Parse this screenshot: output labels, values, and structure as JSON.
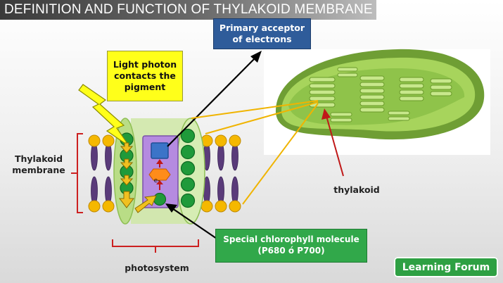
{
  "header": {
    "title": "DEFINITION AND FUNCTION OF THYLAKOID MEMBRANE"
  },
  "callouts": {
    "photon": "Light photon contacts the pigment",
    "acceptor": "Primary acceptor of electrons",
    "chlorophyll_line1": "Special chlorophyll molecule",
    "chlorophyll_line2": "(P680 ó P700)"
  },
  "labels": {
    "membrane_line1": "Thylakoid",
    "membrane_line2": "membrane",
    "thylakoid": "thylakoid",
    "photosystem": "photosystem",
    "electron": "e-"
  },
  "brand": {
    "text": "Learning Forum"
  },
  "colors": {
    "photon_box": "#ffff1a",
    "acceptor_box": "#2f5c9a",
    "chlorophyll_box": "#31a84a",
    "brand": "#2ea043",
    "bracket": "#cc2020",
    "lipid_head": "#f5b800",
    "lipid_tail": "#5a3b7a",
    "chloroplast": "#8fc34a",
    "arrow_yellow": "#f0c020",
    "arrow_red": "#c01818"
  }
}
